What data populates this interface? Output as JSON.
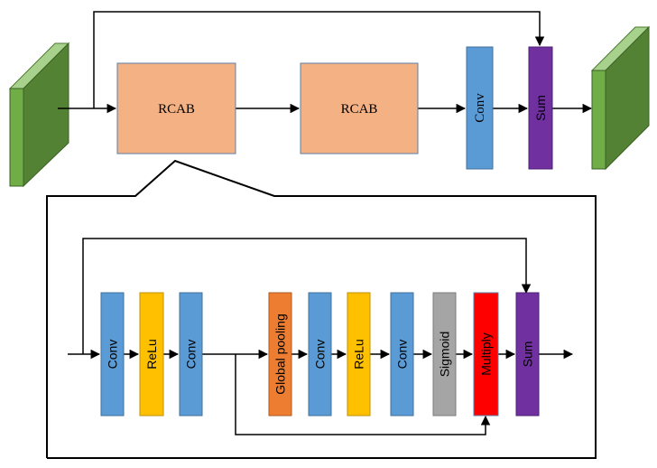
{
  "top": {
    "rcab1": "RCAB",
    "rcab2": "RCAB",
    "conv": "Conv",
    "sum": "Sum"
  },
  "detail": {
    "conv1": "Conv",
    "relu1": "ReLu",
    "conv2": "Conv",
    "global_pooling": "Global pooling",
    "conv3": "Conv",
    "relu2": "ReLu",
    "conv4": "Conv",
    "sigmoid": "Sigmoid",
    "multiply": "Multiply",
    "sum": "Sum"
  },
  "colors": {
    "rcab_fill": "#F4B183",
    "conv_fill": "#5B9BD5",
    "relu_fill": "#FFC000",
    "pool_fill": "#ED7D31",
    "sigmoid_fill": "#A5A5A5",
    "multiply_fill": "#FF0000",
    "sum_fill": "#7030A0",
    "feature_front": "#548235",
    "feature_side": "#A9D18E"
  }
}
